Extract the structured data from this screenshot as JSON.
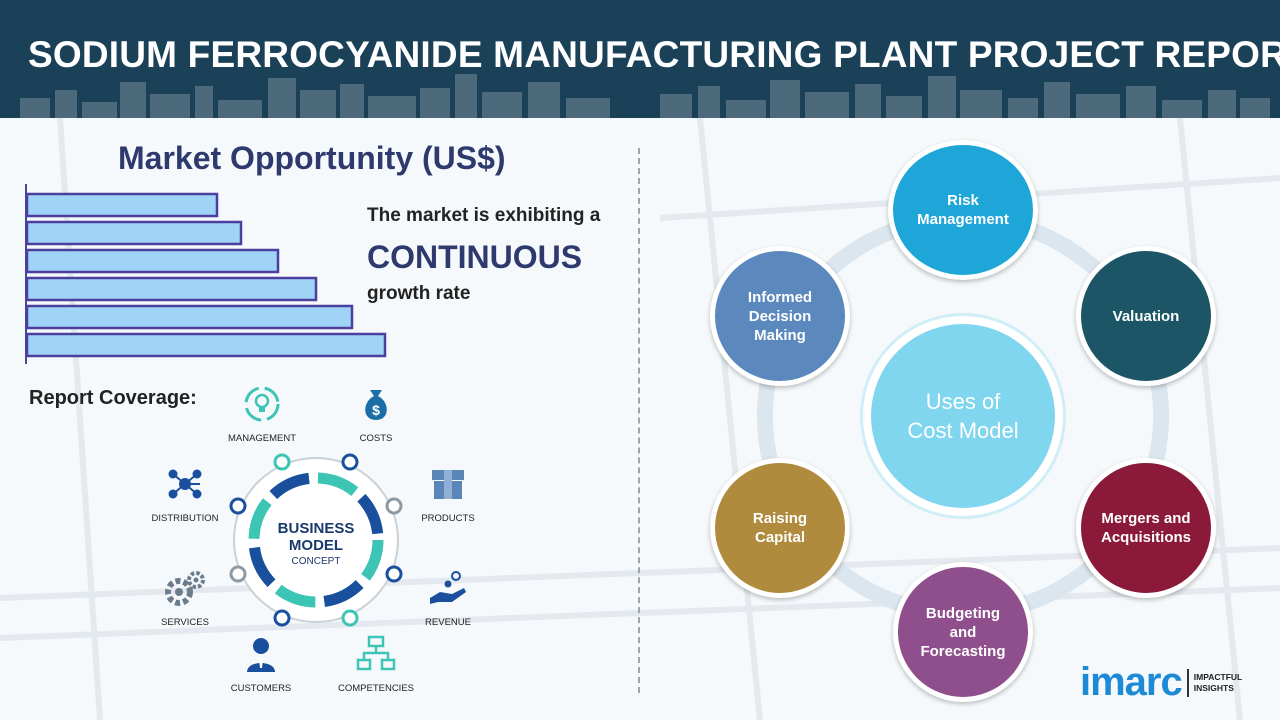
{
  "header": {
    "title": "SODIUM FERROCYANIDE MANUFACTURING PLANT PROJECT REPORT"
  },
  "market": {
    "title": "Market Opportunity (US$)",
    "growth_line1": "The market is exhibiting a",
    "growth_highlight": "CONTINUOUS",
    "growth_line2": "growth rate"
  },
  "coverage": {
    "title": "Report Coverage:",
    "center": {
      "line1": "BUSINESS",
      "line2": "MODEL",
      "line3": "CONCEPT"
    },
    "items": [
      {
        "label": "MANAGEMENT",
        "icon": "lightbulb-cycle-icon"
      },
      {
        "label": "COSTS",
        "icon": "money-bag-icon"
      },
      {
        "label": "DISTRIBUTION",
        "icon": "network-icon"
      },
      {
        "label": "PRODUCTS",
        "icon": "box-icon"
      },
      {
        "label": "SERVICES",
        "icon": "gears-icon"
      },
      {
        "label": "REVENUE",
        "icon": "hand-coins-icon"
      },
      {
        "label": "CUSTOMERS",
        "icon": "person-icon"
      },
      {
        "label": "COMPETENCIES",
        "icon": "org-chart-icon"
      }
    ]
  },
  "uses": {
    "center": {
      "line1": "Uses of",
      "line2": "Cost Model"
    },
    "nodes": [
      {
        "label": "Risk Management",
        "color": "#1ea6d8"
      },
      {
        "label": "Valuation",
        "color": "#1b5566"
      },
      {
        "label": "Mergers and Acquisitions",
        "color": "#8b1a3a"
      },
      {
        "label": "Budgeting and Forecasting",
        "color": "#8e4f8c"
      },
      {
        "label": "Raising Capital",
        "color": "#b08b3e"
      },
      {
        "label": "Informed Decision Making",
        "color": "#5b89bd"
      }
    ]
  },
  "logo": {
    "word": "imarc",
    "tag_line1": "IMPACTFUL",
    "tag_line2": "INSIGHTS"
  }
}
